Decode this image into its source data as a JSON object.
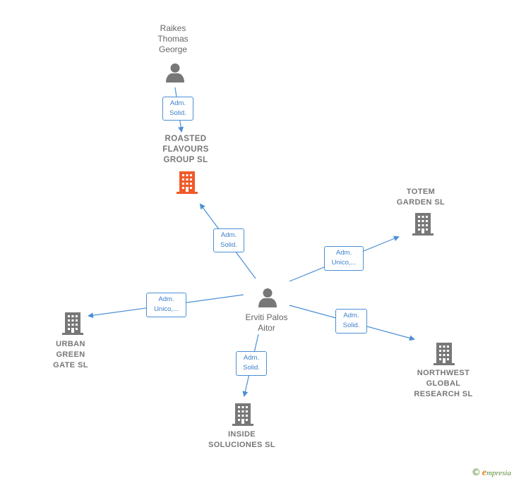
{
  "colors": {
    "edge": "#4a8fd6",
    "node_gray": "#777777",
    "highlight": "#f05a28"
  },
  "nodes": {
    "center_person": {
      "label": "Erviti Palos\nAitor",
      "icon": "person-icon"
    },
    "top_person": {
      "label": "Raikes\nThomas\nGeorge",
      "icon": "person-icon"
    },
    "roasted": {
      "label": "ROASTED\nFLAVOURS\nGROUP SL",
      "icon": "building-icon",
      "highlight": true
    },
    "totem": {
      "label": "TOTEM\nGARDEN SL",
      "icon": "building-icon"
    },
    "urban": {
      "label": "URBAN\nGREEN\nGATE SL",
      "icon": "building-icon"
    },
    "northwest": {
      "label": "NORTHWEST\nGLOBAL\nRESEARCH SL",
      "icon": "building-icon"
    },
    "inside": {
      "label": "INSIDE\nSOLUCIONES SL",
      "icon": "building-icon"
    }
  },
  "edges": {
    "top_to_roasted": "Adm.\nSolid.",
    "center_to_roasted": "Adm.\nSolid.",
    "center_to_totem": "Adm.\nUnico,...",
    "center_to_urban": "Adm.\nUnico,...",
    "center_to_northwest": "Adm.\nSolid.",
    "center_to_inside": "Adm.\nSolid."
  },
  "brand": {
    "copyright": "©",
    "e": "e",
    "rest": "mpresia"
  }
}
